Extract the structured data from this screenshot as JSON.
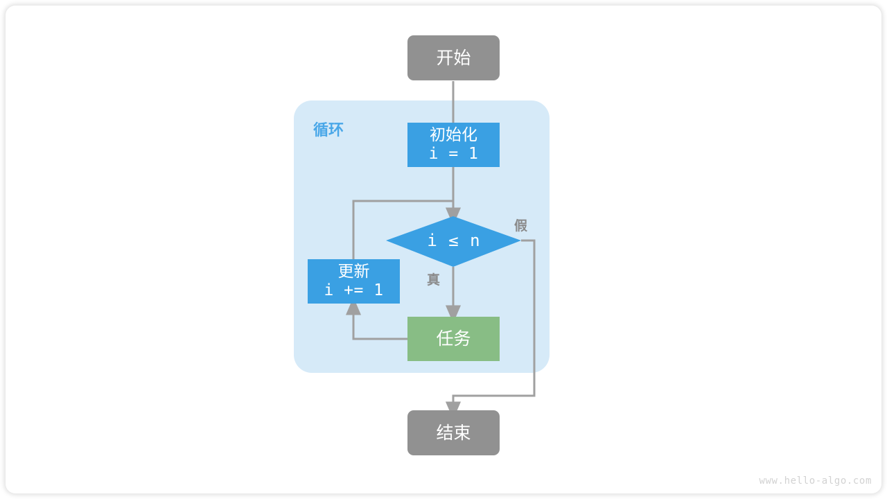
{
  "diagram": {
    "title": "for-loop-flowchart",
    "colors": {
      "terminal": "#919191",
      "process": "#3aa0e3",
      "task": "#88bd85",
      "group_fill": "#d6eaf8",
      "group_label": "#49a7e8",
      "edge": "#a0a0a0",
      "label": "#8a8a8a",
      "watermark": "#d2d2d2"
    },
    "group": {
      "label": "循环"
    },
    "nodes": {
      "start": {
        "label": "开始"
      },
      "init": {
        "line1": "初始化",
        "line2": "i = 1"
      },
      "condition": {
        "label": "i ≤ n"
      },
      "update": {
        "line1": "更新",
        "line2": "i += 1"
      },
      "task": {
        "label": "任务"
      },
      "end": {
        "label": "结束"
      }
    },
    "edge_labels": {
      "true": "真",
      "false": "假"
    },
    "watermark": "www.hello-algo.com"
  }
}
